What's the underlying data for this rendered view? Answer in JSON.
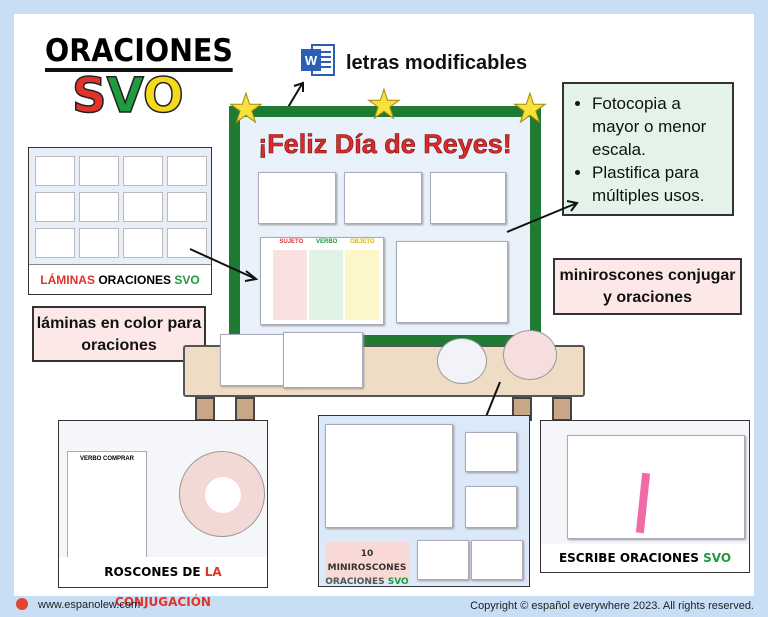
{
  "title": {
    "main": "ORACIONES",
    "svo": [
      "S",
      "V",
      "O"
    ]
  },
  "colors": {
    "s": "#e2332b",
    "v": "#1f9a3f",
    "o": "#f5d91c",
    "board_frame": "#1f7a34",
    "note_green": "#e3f3ea",
    "note_pink": "#fde8e8",
    "background": "#c8def5"
  },
  "word": {
    "icon": "ms-word-icon",
    "label": "letras modificables"
  },
  "board": {
    "title": "¡Feliz Día de Reyes!",
    "columns": [
      "SUJETO",
      "VERBO",
      "OBJETO"
    ]
  },
  "note": {
    "bullets": [
      "Fotocopia a mayor o menor escala.",
      "Plastifica para múltiples usos."
    ]
  },
  "laminas_image": {
    "caption_red": "LÁMINAS",
    "caption_black": "ORACIONES",
    "caption_svo": "SVO"
  },
  "box_laminas": "láminas en color para oraciones",
  "box_miniroscones": "miniroscones conjugar y oraciones",
  "cards": {
    "roscones": {
      "caption_black": "ROSCONES DE",
      "caption_red": "LA CONJUGACIÓN",
      "label": "VERBO COMPRAR"
    },
    "miniroscones": {
      "caption_line1": "10 MINIROSCONES",
      "caption_line2": "ORACIONES",
      "caption_svo": "SVO"
    },
    "escribe": {
      "caption": "ESCRIBE ORACIONES",
      "caption_svo": "SVO"
    }
  },
  "footer": {
    "url": "www.espanolew.com",
    "copyright": "Copyright © español everywhere 2023. All rights reserved."
  }
}
